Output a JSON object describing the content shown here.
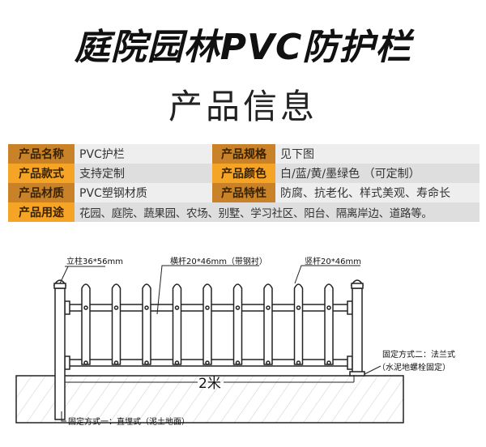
{
  "header": {
    "title": "庭院园林PVC防护栏",
    "subtitle": "产品信息"
  },
  "spec": [
    {
      "label1": "产品名称",
      "value1": "PVC护栏",
      "label2": "产品规格",
      "value2": "见下图"
    },
    {
      "label1": "产品款式",
      "value1": "支持定制",
      "label2": "产品颜色",
      "value2": "白/蓝/黄/墨绿色 （可定制）"
    },
    {
      "label1": "产品材质",
      "value1": "PVC塑钢材质",
      "label2": "产品特性",
      "value2": "防腐、抗老化、样式美观、寿命长"
    },
    {
      "label1": "产品用途",
      "value1": "花园、庭院、蔬果园、农场、别墅、学习社区、阳台、隔离岸边、道路等。"
    }
  ],
  "diagram": {
    "post_label": "立柱36*56mm",
    "rail_label": "横杆20*46mm（带钢衬）",
    "picket_label": "竖杆20*46mm",
    "width_label": "2米",
    "fix1": "固定方式一：直埋式（泥土地面）",
    "fix2_title": "固定方式二：法兰式",
    "fix2_note": "（水泥地螺栓固定）"
  },
  "colors": {
    "label_dark": "#c98228",
    "label_light": "#f5a425"
  }
}
